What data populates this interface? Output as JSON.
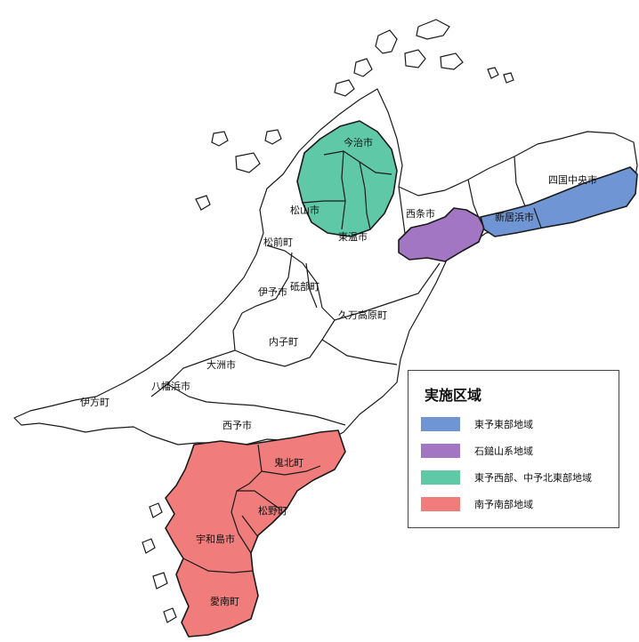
{
  "legend": {
    "title": "実施区域",
    "items": [
      {
        "label": "東予東部地域",
        "color": "#6f95d4"
      },
      {
        "label": "石鎚山系地域",
        "color": "#a276c2"
      },
      {
        "label": "東予西部、中予北東部地域",
        "color": "#5fc8a6"
      },
      {
        "label": "南予南部地域",
        "color": "#f07c7c"
      }
    ]
  },
  "municipalities": {
    "imabari": "今治市",
    "matsuyama": "松山市",
    "toon": "東温市",
    "saijo": "西条市",
    "niihama": "新居浜市",
    "shikokuchuo": "四国中央市",
    "tobe": "砥部町",
    "iyo": "伊予市",
    "kumakogen": "久万高原町",
    "uchiko": "内子町",
    "ozu": "大洲市",
    "yawatahama": "八幡浜市",
    "ikata": "伊方町",
    "seiyo": "西予市",
    "kihoku": "鬼北町",
    "matsuno": "松野町",
    "uwajima": "宇和島市",
    "ainan": "愛南町",
    "masaki": "松前町"
  }
}
